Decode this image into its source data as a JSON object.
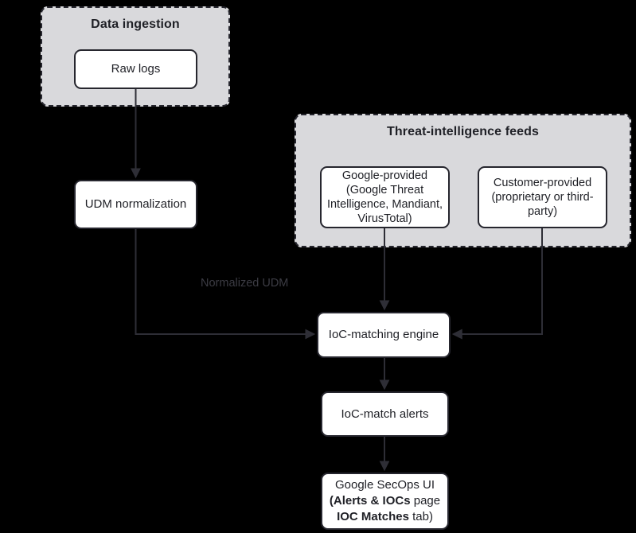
{
  "colors": {
    "bg": "#000000",
    "container_fill": "#d9d9dc",
    "container_border": "#26262e",
    "node_fill": "#ffffff",
    "node_border": "#26262e",
    "node_text": "#1f2026",
    "edge": "#2e2e36",
    "edge_label": "#3c3c44"
  },
  "containers": {
    "data_ingestion": {
      "title": "Data ingestion"
    },
    "threat_intel": {
      "title": "Threat-intelligence feeds"
    }
  },
  "nodes": {
    "raw_logs": {
      "label": "Raw logs"
    },
    "udm_normalization": {
      "label": "UDM normalization"
    },
    "google_provided": {
      "label": "Google-provided\n(Google Threat\nIntelligence, Mandiant,\nVirusTotal)"
    },
    "customer_provided": {
      "label": "Customer-provided\n(proprietary or third-\nparty)"
    },
    "ioc_engine": {
      "label": "IoC-matching engine"
    },
    "ioc_alerts": {
      "label": "IoC-match alerts"
    },
    "secops_ui": {
      "line1": "Google SecOps UI",
      "line2_bold": "(Alerts & IOCs",
      "line2_rest": " page",
      "line3_bold": "IOC Matches",
      "line3_rest": " tab)"
    }
  },
  "edge_labels": {
    "normalized_udm": "Normalized UDM"
  }
}
